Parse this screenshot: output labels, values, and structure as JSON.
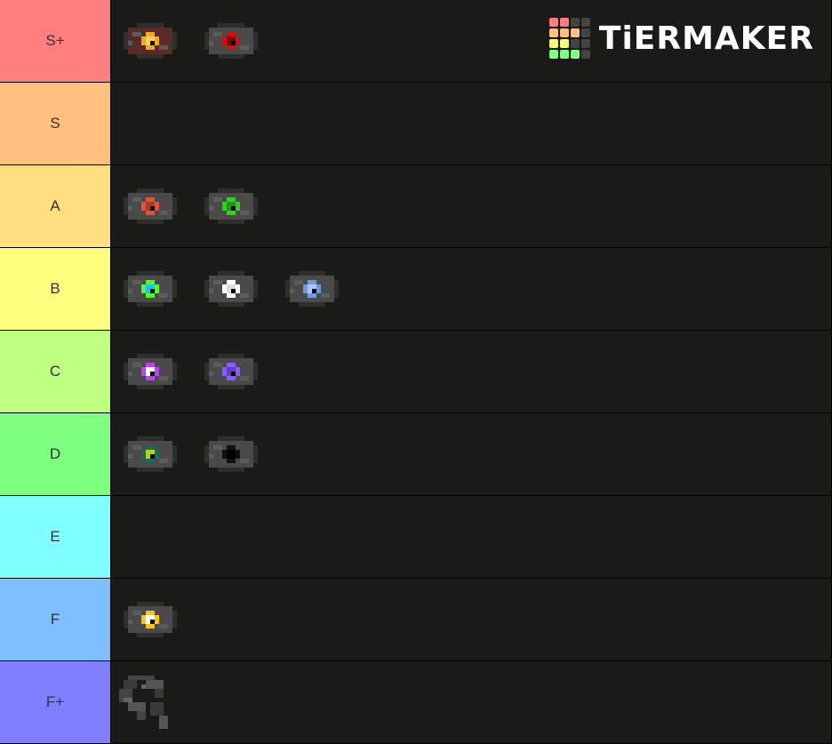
{
  "brand": {
    "name": "TiERMAKER",
    "grid_colors": [
      "#ff7f7f",
      "#ff7f7f",
      "#444444",
      "#444444",
      "#ffbf7f",
      "#ffbf7f",
      "#ffbf7f",
      "#444444",
      "#ffff7f",
      "#ffff7f",
      "#444444",
      "#444444",
      "#7fff7f",
      "#7fff7f",
      "#7fff7f",
      "#444444"
    ]
  },
  "tiers": [
    {
      "label": "S+",
      "color": "#ff7f7f",
      "items": [
        {
          "icon": "music-disc-pigstep-icon",
          "body": "#5a2a26",
          "center": "#f5a623",
          "center2": "#ffd34d"
        },
        {
          "icon": "music-disc-red-icon",
          "body": "#4a4a4a",
          "center": "#cc1111",
          "center2": "#8a0000"
        }
      ]
    },
    {
      "label": "S",
      "color": "#ffbf7f",
      "items": []
    },
    {
      "label": "A",
      "color": "#ffdf7f",
      "items": [
        {
          "icon": "music-disc-orange-red-icon",
          "body": "#4a4a4a",
          "center": "#e0553a",
          "center2": "#b23a22"
        },
        {
          "icon": "music-disc-green-icon",
          "body": "#4a4a4a",
          "center": "#2fd11e",
          "center2": "#1a9a10"
        }
      ]
    },
    {
      "label": "B",
      "color": "#ffff7f",
      "items": [
        {
          "icon": "music-disc-lime-icon",
          "body": "#4a4a4a",
          "center": "#4dff20",
          "center2": "#20c0ff"
        },
        {
          "icon": "music-disc-white-icon",
          "body": "#4a4a4a",
          "center": "#ffffff",
          "center2": "#dddddd"
        },
        {
          "icon": "music-disc-light-blue-icon",
          "body": "#4a4a4a",
          "center": "#6a9de0",
          "center2": "#a8c8ff"
        }
      ]
    },
    {
      "label": "C",
      "color": "#bfff7f",
      "items": [
        {
          "icon": "music-disc-magenta-icon",
          "body": "#4a4a4a",
          "center": "#c040ff",
          "center2": "#ffffff"
        },
        {
          "icon": "music-disc-purple-icon",
          "body": "#4a4a4a",
          "center": "#8a5cff",
          "center2": "#6a3ad0"
        }
      ]
    },
    {
      "label": "D",
      "color": "#7fff7f",
      "items": [
        {
          "icon": "music-disc-teal-yellow-icon",
          "body": "#4a4a4a",
          "center": "#1a6a5a",
          "center2": "#b8d020"
        },
        {
          "icon": "music-disc-black-icon",
          "body": "#4a4a4a",
          "center": "#111111",
          "center2": "#000000"
        }
      ]
    },
    {
      "label": "E",
      "color": "#7fffff",
      "items": []
    },
    {
      "label": "F",
      "color": "#7fbfff",
      "items": [
        {
          "icon": "music-disc-yellow-icon",
          "body": "#4a4a4a",
          "center": "#ffc21a",
          "center2": "#ffffff"
        }
      ]
    },
    {
      "label": "F+",
      "color": "#7f7fff",
      "items": [
        {
          "icon": "broken-disc-fragment-icon",
          "body": "#3a3a3a",
          "center": "#555555",
          "center2": "#2a2a2a"
        }
      ]
    }
  ]
}
